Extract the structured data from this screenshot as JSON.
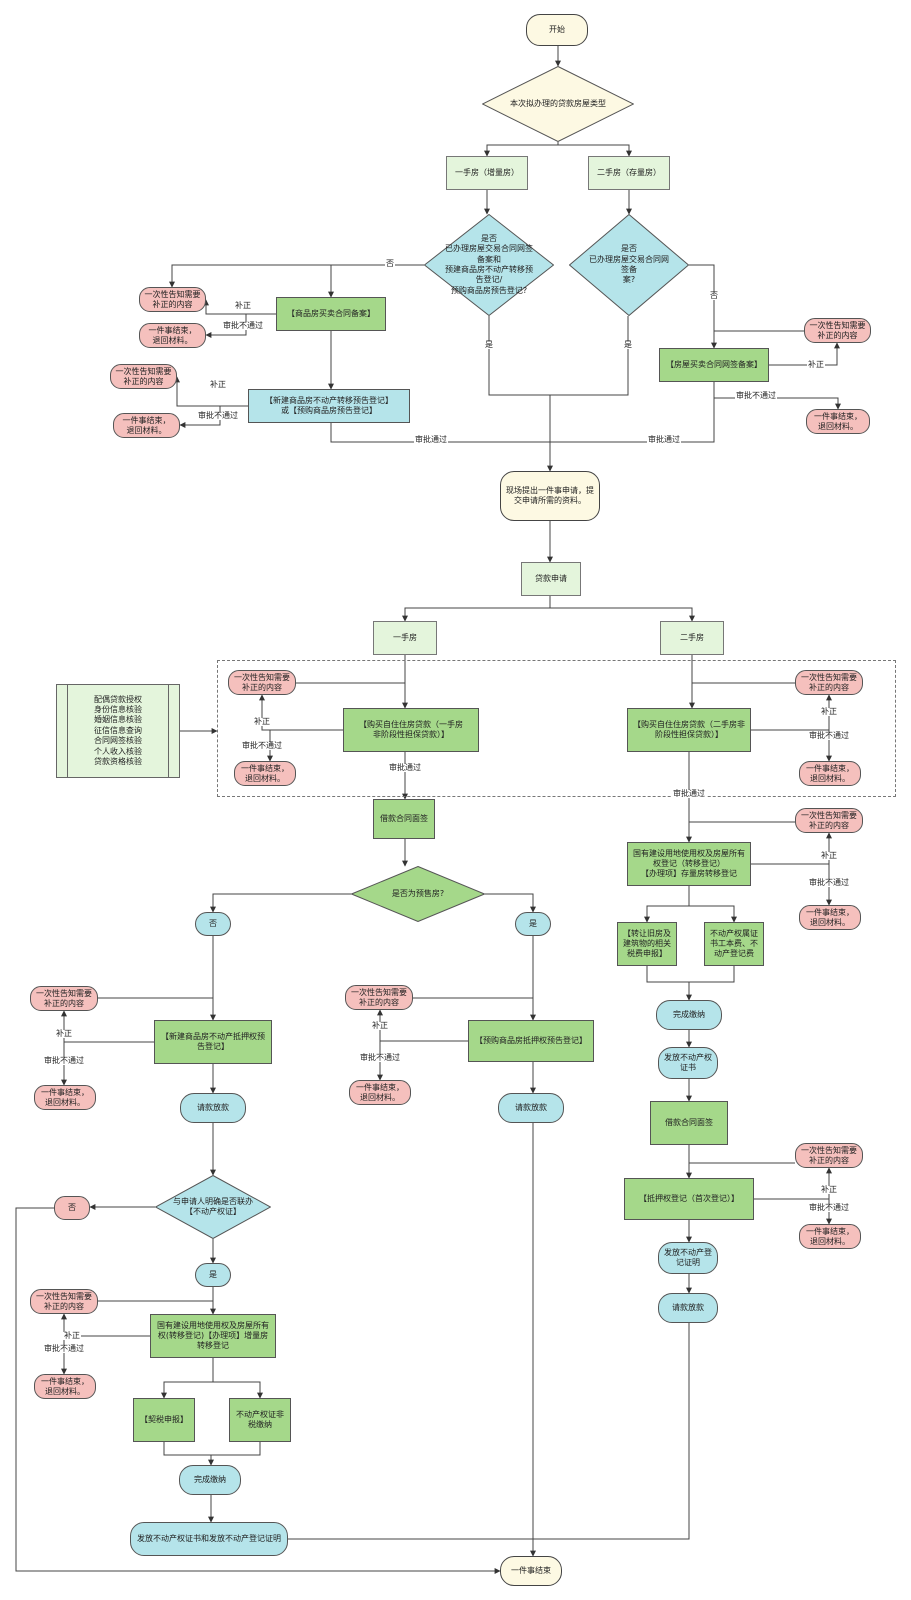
{
  "nodes": {
    "start": "开始",
    "q_house_type": "本次拟办理的贷款房屋类型",
    "new_house": "一手房（增量房）",
    "second_house": "二手房（存量房）",
    "q_new_filed": "是否\n已办理房屋交易合同网签备案和\n预建商品房不动产转移预告登记/\n预购商品房预告登记?",
    "q_second_filed": "是否\n已办理房屋交易合同网签备\n案?",
    "new_contract_filing": "【商品房买卖合同备案】",
    "new_prenotice": "【新建商品房不动产转移预告登记】\n或【预购商品房预告登记】",
    "second_contract_filing": "【房屋买卖合同网签备案】",
    "onsite_apply": "现场提出一件事申请，提\n交申请所需的资料。",
    "loan_apply": "贷款申请",
    "loan_new": "一手房",
    "loan_second": "二手房",
    "side_checks": "配偶贷款授权\n身份信息核验\n婚姻信息核验\n征信信息查询\n合同网签核验\n个人收入核验\n贷款资格核验",
    "buy_loan_new": "【购买自住住房贷款（一手房\n非阶段性担保贷款）】",
    "buy_loan_second": "【购买自住住房贷款（二手房非\n阶段性担保贷款）】",
    "loan_contract_sign": "借款合同面签",
    "q_presale": "是否为预售房?",
    "no": "否",
    "yes": "是",
    "mortgage_new": "【新建商品房不动产抵押权预\n告登记】",
    "mortgage_presale": "【预购商品房抵押权预告登记】",
    "request_loan": "请款放款",
    "q_joint_cert": "与申请人明确是否联办\n【不动产权证】",
    "transfer_new": "国有建设用地使用权及房屋所有\n权(转移登记)【办理项】增量房\n转移登记",
    "deed_tax": "【契税申报】",
    "cert_fee": "不动产权证非\n税缴纳",
    "pay_done": "完成缴纳",
    "issue_both": "发放不动产权证书和发放不动产登记证明",
    "end": "一件事结束",
    "transfer_second": "国有建设用地使用权及房屋所有\n权登记（转移登记）\n【办理项】存量房转移登记",
    "tax_second": "【转让旧房及\n建筑物的相关\n税费申报】",
    "fee_second": "不动产权属证\n书工本费、不\n动产登记费",
    "issue_cert": "发放不动产权\n证书",
    "mortgage_first": "【抵押权登记（首次登记）】",
    "issue_proof": "发放不动产登\n记证明",
    "notify_supplement": "一次性告知需要\n补正的内容",
    "end_return": "一件事结束，\n退回材料。"
  },
  "edge_labels": {
    "no": "否",
    "yes": "是",
    "supplement": "补正",
    "rejected": "审批不通过",
    "approved": "审批通过"
  },
  "colors": {
    "terminal": "#fdf9e3",
    "process": "#a5d88a",
    "light_process": "#e4f5dc",
    "blue": "#b5e4ea",
    "red": "#f5c0bd",
    "decision_yellow": "#fdf9e3",
    "decision_blue": "#b5e4ea",
    "decision_green": "#a5d88a"
  }
}
